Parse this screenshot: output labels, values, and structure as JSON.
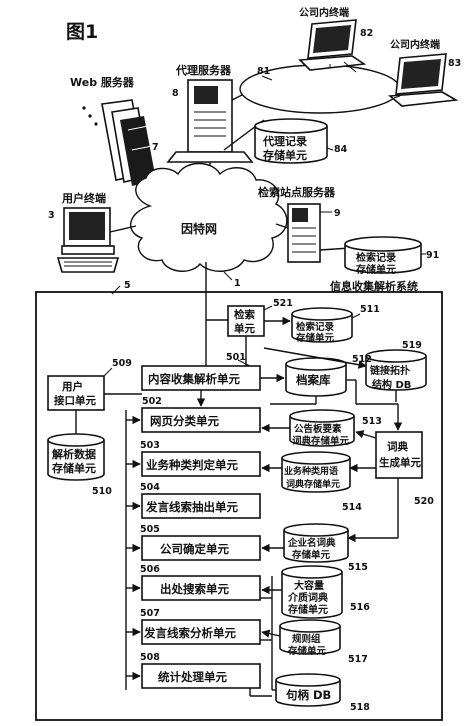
{
  "figure": {
    "title": "图1"
  },
  "network": {
    "company_lan_ref": "81",
    "company_terminal_1": {
      "label": "公司内终端",
      "ref": "82"
    },
    "company_terminal_2": {
      "label": "公司内终端",
      "ref": "83"
    },
    "proxy_server": {
      "label": "代理服务器",
      "ref": "8"
    },
    "proxy_log_storage": {
      "line1": "代理记录",
      "line2": "存储单元",
      "ref": "84"
    },
    "web_server": {
      "label": "Web 服务器",
      "ref": "7"
    },
    "user_terminal": {
      "label": "用户终端",
      "ref": "3"
    },
    "internet": {
      "label": "因特网",
      "ref": "1"
    },
    "search_site_server": {
      "label": "检索站点服务器",
      "ref": "9"
    },
    "search_log_storage_site": {
      "line1": "检索记录",
      "line2": "存储单元",
      "ref": "91"
    }
  },
  "system": {
    "label": "信息收集解析系统",
    "ref": "5",
    "search_unit": {
      "line1": "检索",
      "line2": "单元",
      "ref": "521"
    },
    "search_log_storage": {
      "line1": "检索记录",
      "line2": "存储单元",
      "ref": "511"
    },
    "link_db": {
      "line1": "链接拓扑",
      "line2": "结构 DB",
      "ref": "519"
    },
    "user_interface": {
      "line1": "用户",
      "line2": "接口单元",
      "ref": "509"
    },
    "content_unit": {
      "label": "内容收集解析单元",
      "ref": "501"
    },
    "archive": {
      "label": "档案库",
      "ref": "512"
    },
    "analysis_storage": {
      "line1": "解析数据",
      "line2": "存储单元",
      "ref": "510"
    },
    "page_classify": {
      "label": "网页分类单元",
      "ref": "502"
    },
    "bbs_dict": {
      "line1": "公告板要素",
      "line2": "词典存储单元",
      "ref": "513"
    },
    "dict_gen": {
      "line1": "词典",
      "line2": "生成单元",
      "ref": "520"
    },
    "business_judge": {
      "label": "业务种类判定单元",
      "ref": "503"
    },
    "business_dict": {
      "line1": "业务种类用语",
      "line2": "词典存储单元",
      "ref": "514"
    },
    "clue_extract": {
      "label": "发言线索抽出单元",
      "ref": "504"
    },
    "company_fix": {
      "label": "公司确定单元",
      "ref": "505"
    },
    "company_dict": {
      "line1": "企业名词典",
      "line2": "存储单元",
      "ref": "515"
    },
    "source_search": {
      "label": "出处搜索单元",
      "ref": "506"
    },
    "media_dict": {
      "line1": "大容量",
      "line2": "介质词典",
      "line3": "存储单元",
      "ref": "516"
    },
    "clue_analysis": {
      "label": "发言线索分析单元",
      "ref": "507"
    },
    "rule_storage": {
      "line1": "规则组",
      "line2": "存储单元",
      "ref": "517"
    },
    "stats": {
      "label": "统计处理单元",
      "ref": "508"
    },
    "handle_db": {
      "label": "句柄 DB",
      "ref": "518"
    }
  }
}
